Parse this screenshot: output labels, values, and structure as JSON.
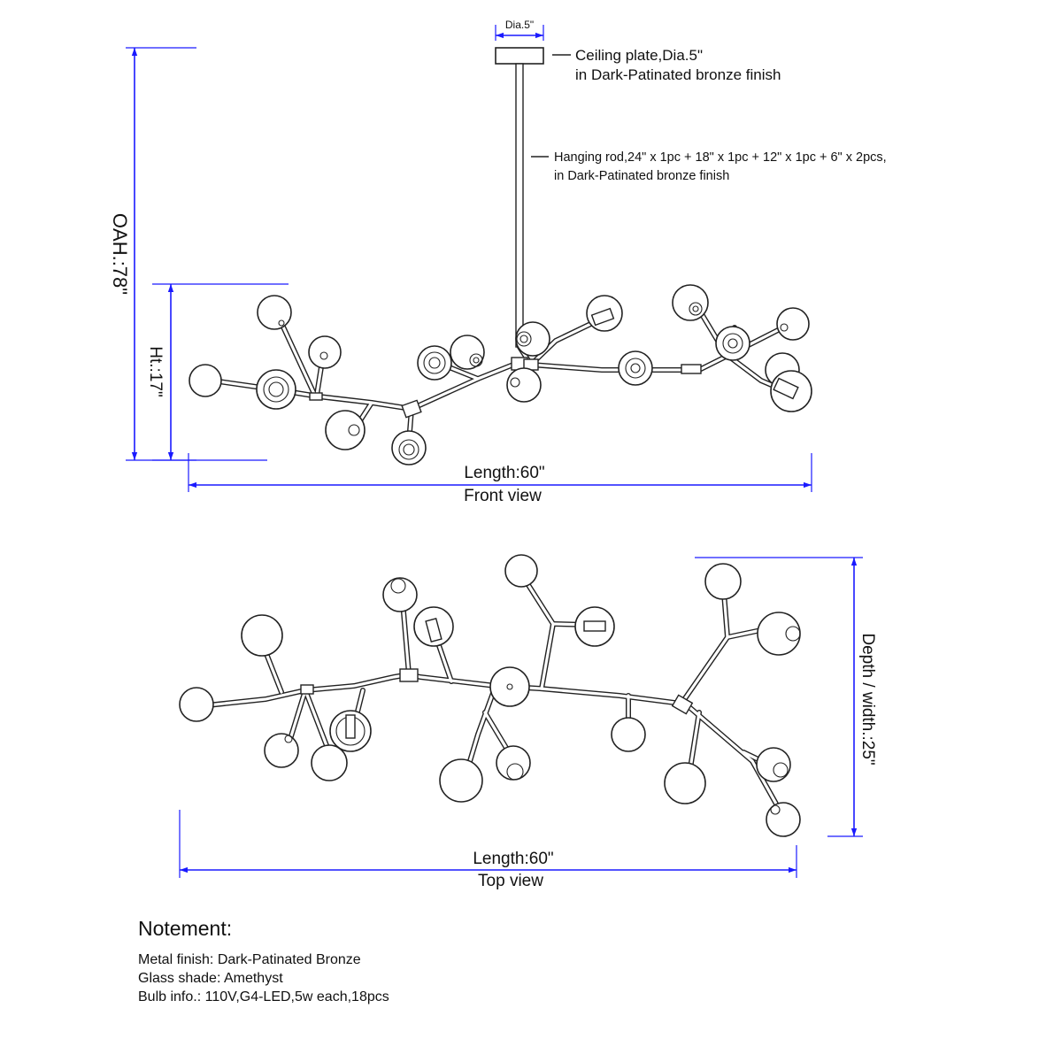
{
  "labels": {
    "ceiling_dia": "Dia.5\"",
    "ceiling_plate_line1": "Ceiling plate,Dia.5\"",
    "ceiling_plate_line2": "in Dark-Patinated bronze finish",
    "rod_line1": "Hanging rod,24\" x 1pc + 18\" x 1pc + 12\" x 1pc + 6\" x 2pcs,",
    "rod_line2": "in Dark-Patinated bronze finish",
    "oah": "OAH.:78\"",
    "ht": "Ht.:17\"",
    "front_length": "Length:60\"",
    "front_view": "Front view",
    "depth": "Depth / width.:25\"",
    "top_length": "Length:60\"",
    "top_view": "Top view"
  },
  "notes": {
    "title": "Notement:",
    "metal": "Metal finish: Dark-Patinated Bronze",
    "glass": "Glass shade: Amethyst",
    "bulb": "Bulb info.: 110V,G4-LED,5w each,18pcs"
  },
  "colors": {
    "dimension": "#1a1aff",
    "line": "#222222"
  }
}
